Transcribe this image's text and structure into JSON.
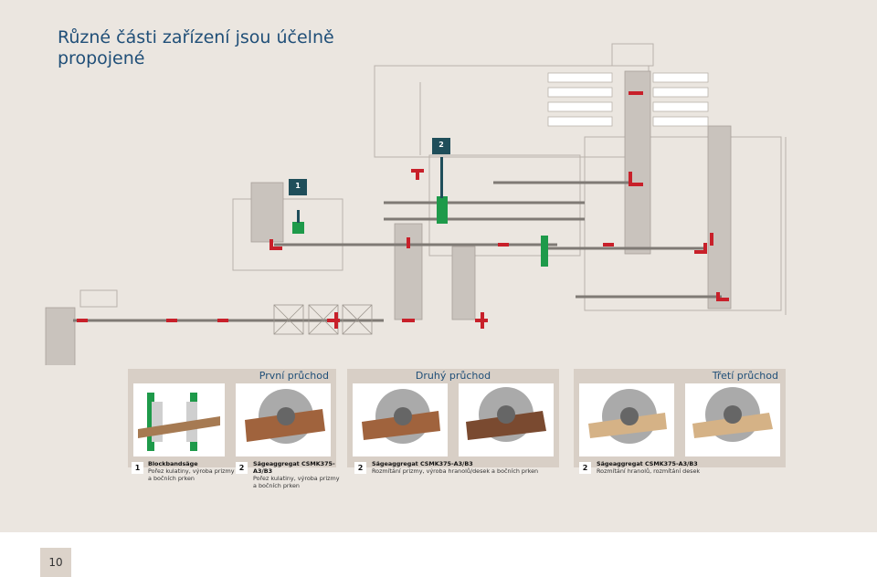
{
  "title": "Různé části zařízení jsou účelně propojené",
  "markers": {
    "m1": "1",
    "m2": "2"
  },
  "passes": [
    {
      "label": "První průchod"
    },
    {
      "label": "Druhý průchod"
    },
    {
      "label": "Třetí průchod"
    }
  ],
  "captions": [
    {
      "num": "1",
      "name": "Blockbandsäge",
      "text": "Pořez kulatiny, výroba prizmy a bočních prken"
    },
    {
      "num": "2",
      "name": "Sägeaggregat CSMK375-A3/B3",
      "text": "Pořez kulatiny, výroba prizmy a bočních prken"
    },
    {
      "num": "2",
      "name": "Sägeaggregat CSMK375-A3/B3",
      "text": "Rozmítání prizmy, výroba hranolů/desek a bočních prken"
    },
    {
      "num": "2",
      "name": "Sägeaggregat CSMK375-A3/B3",
      "text": "Rozmítání hranolů, rozmítání desek"
    }
  ],
  "page_number": "10",
  "colors": {
    "accent_red": "#c8202a",
    "accent_green": "#1e9a4a",
    "marker_dark": "#1f4e5a",
    "title_blue": "#204f78"
  }
}
